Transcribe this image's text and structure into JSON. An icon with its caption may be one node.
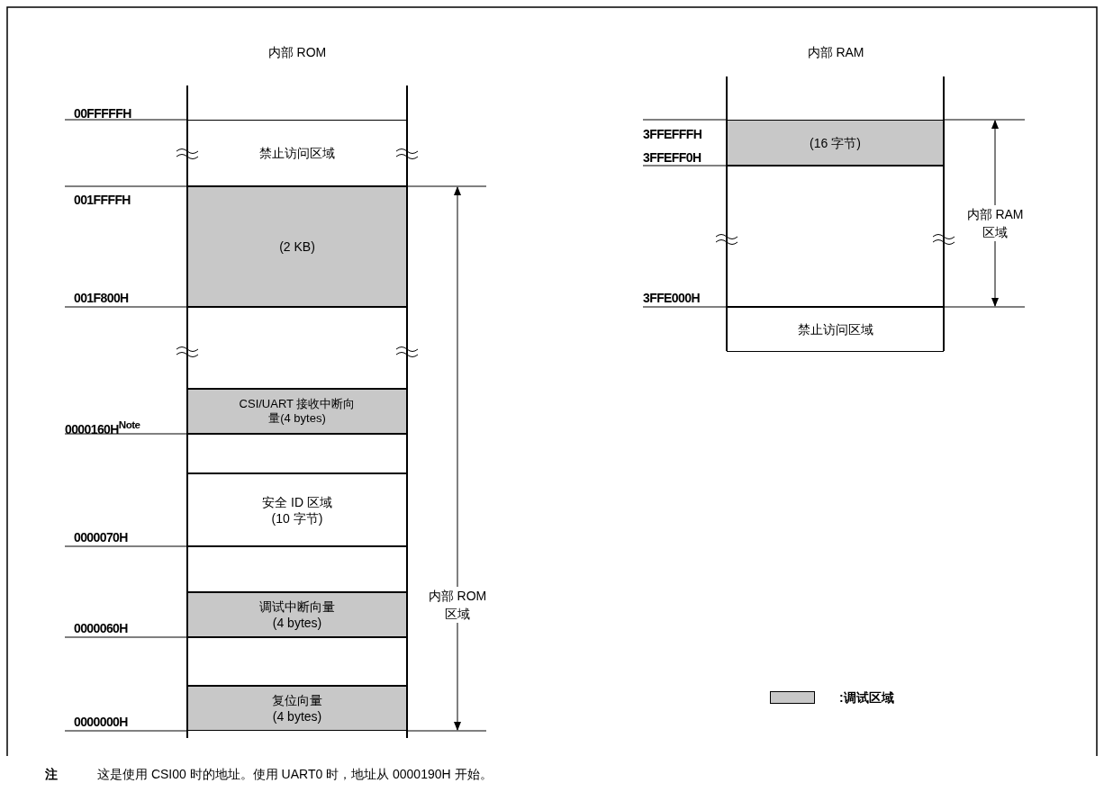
{
  "diagram": {
    "nodes": [
      {
        "text": [
          "禁止访问区域"
        ]
      },
      {
        "text": [
          "(2 KB)"
        ]
      },
      {
        "text": [],
        "shape": "box"
      },
      {
        "text": [
          "CSI/UART 接收中断向量(4 bytes)"
        ]
      },
      {
        "text": [],
        "shape": "box"
      },
      {
        "text": [
          "安全 ID 区域(10 字节)"
        ]
      },
      {
        "text": [],
        "shape": "box"
      },
      {
        "text": [
          "调试中断向量(4 bytes)"
        ]
      },
      {
        "text": [],
        "shape": "box"
      },
      {
        "text": [
          "复位向量(4 bytes)"
        ]
      },
      {
        "text": [
          "(16 字节)"
        ]
      },
      {
        "text": [],
        "shape": "box"
      },
      {
        "text": [
          "禁止访问区域"
        ]
      }
    ],
    "labels": [
      "内部 ROM",
      "内部 RAM",
      "00FFFFFH",
      "3FFEFFFH",
      "3FFEFF0H",
      "001FFFFH",
      "内部 RAM 区域",
      "3FFE000H",
      "001F800H",
      "0000160H$^{Note}$",
      "内部 ROM 区域",
      "0000070H",
      "0000060H",
      "0000000H",
      "注",
      "这是使用 CSI00 时的地址。使用 UART0 时，地址从 0000190H 开始。"
    ],
    "legend": [
      {
        "text": ":调试区域",
        "color": "#c8c8c8"
      }
    ]
  }
}
